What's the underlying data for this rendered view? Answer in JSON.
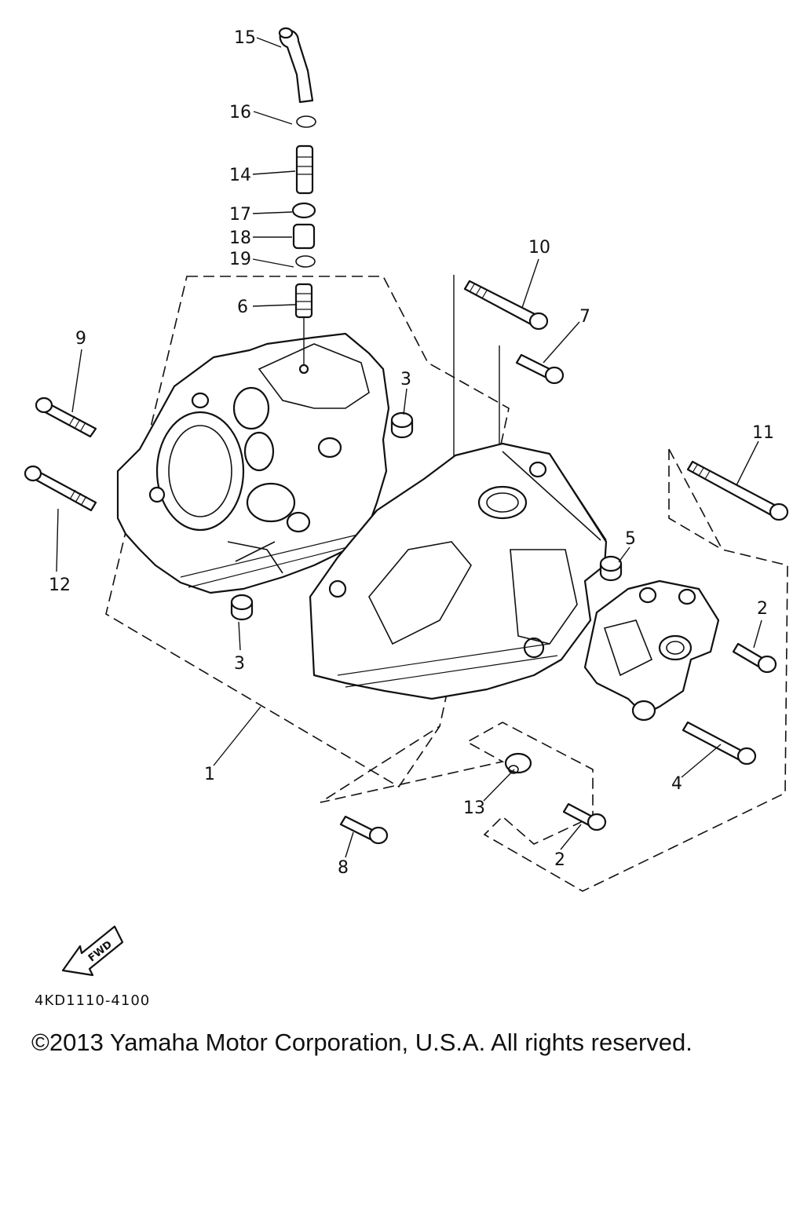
{
  "diagram": {
    "code": "4KD1110-4100",
    "copyright": "©2013 Yamaha Motor Corporation, U.S.A. All rights reserved.",
    "fwd_label": "FWD",
    "callouts": {
      "c1": "1",
      "c2a": "2",
      "c2b": "2",
      "c3a": "3",
      "c3b": "3",
      "c4": "4",
      "c5": "5",
      "c6": "6",
      "c7": "7",
      "c8": "8",
      "c9": "9",
      "c10": "10",
      "c11": "11",
      "c12": "12",
      "c13": "13",
      "c14": "14",
      "c15": "15",
      "c16": "16",
      "c17": "17",
      "c18": "18",
      "c19": "19"
    }
  }
}
